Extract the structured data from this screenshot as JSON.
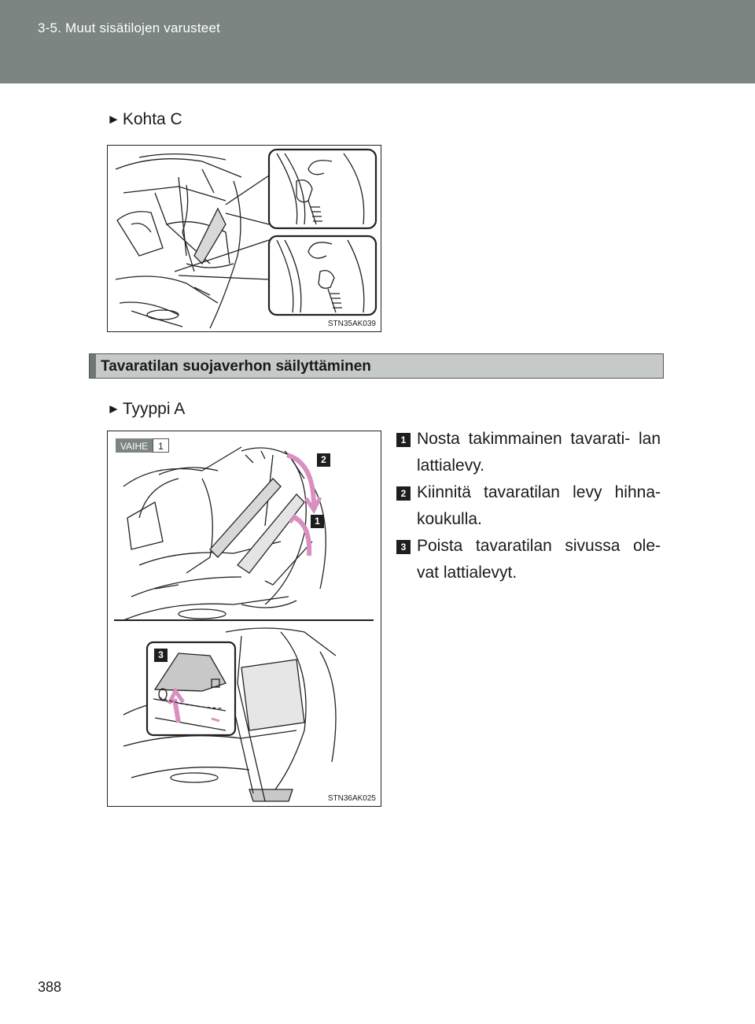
{
  "header": {
    "section_title": "3-5. Muut sisätilojen varusteet"
  },
  "figure1": {
    "bullet_symbol": "►",
    "title": "Kohta C",
    "code": "STN35AK039"
  },
  "section": {
    "title": "Tavaratilan suojaverhon säilyttäminen"
  },
  "figure2": {
    "bullet_symbol": "►",
    "title": "Tyyppi A",
    "step_tag_label": "VAIHE",
    "step_tag_number": "1",
    "callouts": [
      "2",
      "1",
      "3"
    ],
    "code": "STN36AK025"
  },
  "steps": [
    {
      "num": "1",
      "text": "Nosta takimmainen tavarati- lan lattialevy."
    },
    {
      "num": "2",
      "text": "Kiinnitä tavaratilan levy hihna- koukulla."
    },
    {
      "num": "3",
      "text": "Poista tavaratilan sivussa ole- vat lattialevyt."
    }
  ],
  "page_number": "388",
  "colors": {
    "header_bg": "#7c8582",
    "section_bar_bg": "#c5c9c7",
    "arrow_pink": "#d98fc0",
    "panel_gray": "#c8c8c8"
  }
}
